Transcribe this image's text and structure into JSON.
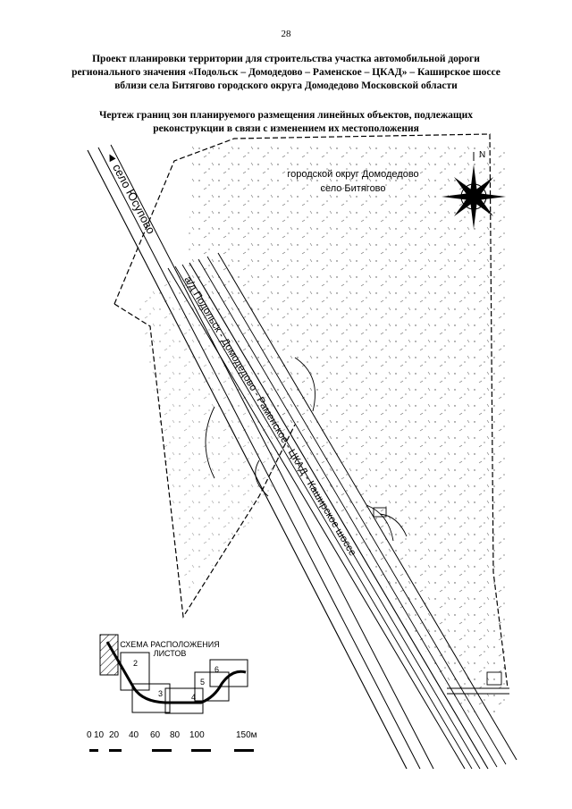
{
  "page_number": "28",
  "title": {
    "line1": "Проект планировки территории для строительства участка автомобильной дороги",
    "line2": "регионального значения «Подольск – Домодедово – Раменское – ЦКАД» – Каширское шоссе",
    "line3": "вблизи села Битягово городского округа Домодедово Московской области"
  },
  "subtitle": {
    "line1": "Чертеж границ зон планируемого размещения линейных объектов, подлежащих",
    "line2": "реконструкции в связи с изменением их местоположения"
  },
  "map": {
    "direction_label": "◄ село Юсупово",
    "area_label_line1": "городской округ Домодедово",
    "area_label_line2": "село Битягово",
    "road_label": "а/д Подольск - Домодедово - Раменское - ЦКАД - Каширское шоссе",
    "compass_north": "N",
    "compass_icon": "compass-rose-icon"
  },
  "inset": {
    "title_line1": "СХЕМА РАСПОЛОЖЕНИЯ",
    "title_line2": "ЛИСТОВ",
    "sheets": [
      "2",
      "3",
      "4",
      "5",
      "6"
    ]
  },
  "scale_bar": {
    "labels": [
      "0",
      "10",
      "20",
      "40",
      "60",
      "80",
      "100",
      "150м"
    ]
  }
}
